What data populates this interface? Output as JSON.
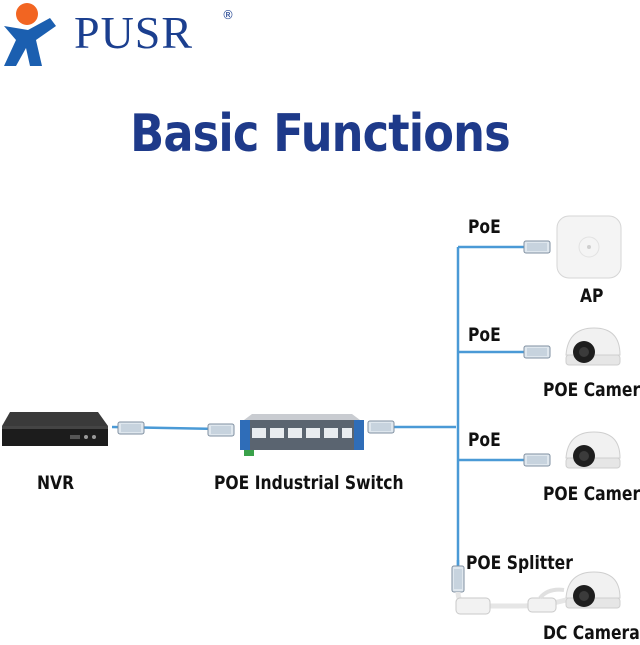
{
  "brand": {
    "name": "PUSR",
    "registered": "®"
  },
  "title": "Basic Functions",
  "devices": {
    "nvr": "NVR",
    "switch": "POE Industrial Switch",
    "ap": "AP",
    "camera1": "POE Camera",
    "camera2": "POE Camera",
    "camera3": "DC  Camera"
  },
  "links": {
    "poe1": "PoE",
    "poe2": "PoE",
    "poe3": "PoE",
    "splitter": "POE Splitter"
  },
  "colors": {
    "brand_blue": "#1b3f8f",
    "title_blue": "#1e3a8a",
    "logo_orange": "#f26522",
    "cable_blue": "#4a9ad6"
  }
}
